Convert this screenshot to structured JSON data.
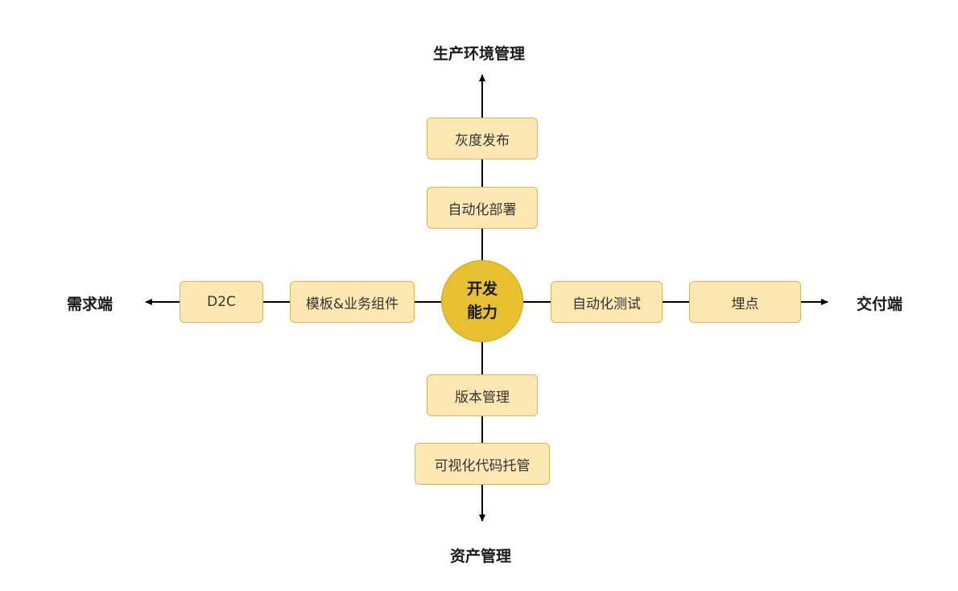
{
  "center": {
    "line1": "开发",
    "line2": "能力"
  },
  "axes": {
    "top": "生产环境管理",
    "bottom": "资产管理",
    "left": "需求端",
    "right": "交付端"
  },
  "nodes": {
    "gray_release": "灰度发布",
    "auto_deploy": "自动化部署",
    "version_mgmt": "版本管理",
    "visual_code_hosting": "可视化代码托管",
    "d2c": "D2C",
    "template_components": "模板&业务组件",
    "auto_test": "自动化测试",
    "tracking": "埋点"
  },
  "colors": {
    "node_fill": "#fde8b4",
    "node_border": "#d6b656",
    "center_fill": "#e6c030",
    "line": "#000000"
  }
}
